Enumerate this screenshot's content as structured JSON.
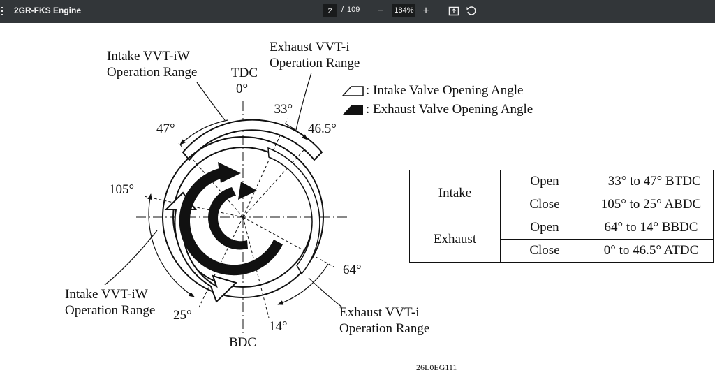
{
  "toolbar": {
    "title": "2GR-FKS Engine",
    "page_current": "2",
    "page_separator": "/",
    "page_total": "109",
    "zoom_out_symbol": "−",
    "zoom_level": "184%",
    "zoom_in_symbol": "+",
    "icons": [
      "menu-icon",
      "fit-page-icon",
      "rotate-icon"
    ]
  },
  "diagram": {
    "intake_range_top": [
      "Intake VVT-iW",
      "Operation Range"
    ],
    "exhaust_range_top": [
      "Exhaust VVT-i",
      "Operation Range"
    ],
    "intake_range_bottom": [
      "Intake VVT-iW",
      "Operation Range"
    ],
    "exhaust_range_bottom": [
      "Exhaust VVT-i",
      "Operation Range"
    ],
    "tdc": "TDC",
    "bdc": "BDC",
    "angles": {
      "zero": "0°",
      "minus33": "–33°",
      "a47": "47°",
      "a46_5": "46.5°",
      "a105": "105°",
      "a64": "64°",
      "a25": "25°",
      "a14": "14°"
    },
    "legend": {
      "intake": ": Intake Valve Opening Angle",
      "exhaust": ": Exhaust Valve Opening Angle"
    },
    "figure_id": "26L0EG111"
  },
  "table": {
    "rows": [
      {
        "group": "Intake",
        "type": "Open",
        "value": "–33° to 47° BTDC"
      },
      {
        "group": "Intake",
        "type": "Close",
        "value": "105° to 25° ABDC"
      },
      {
        "group": "Exhaust",
        "type": "Open",
        "value": "64° to 14° BBDC"
      },
      {
        "group": "Exhaust",
        "type": "Close",
        "value": "0° to 46.5° ATDC"
      }
    ]
  }
}
